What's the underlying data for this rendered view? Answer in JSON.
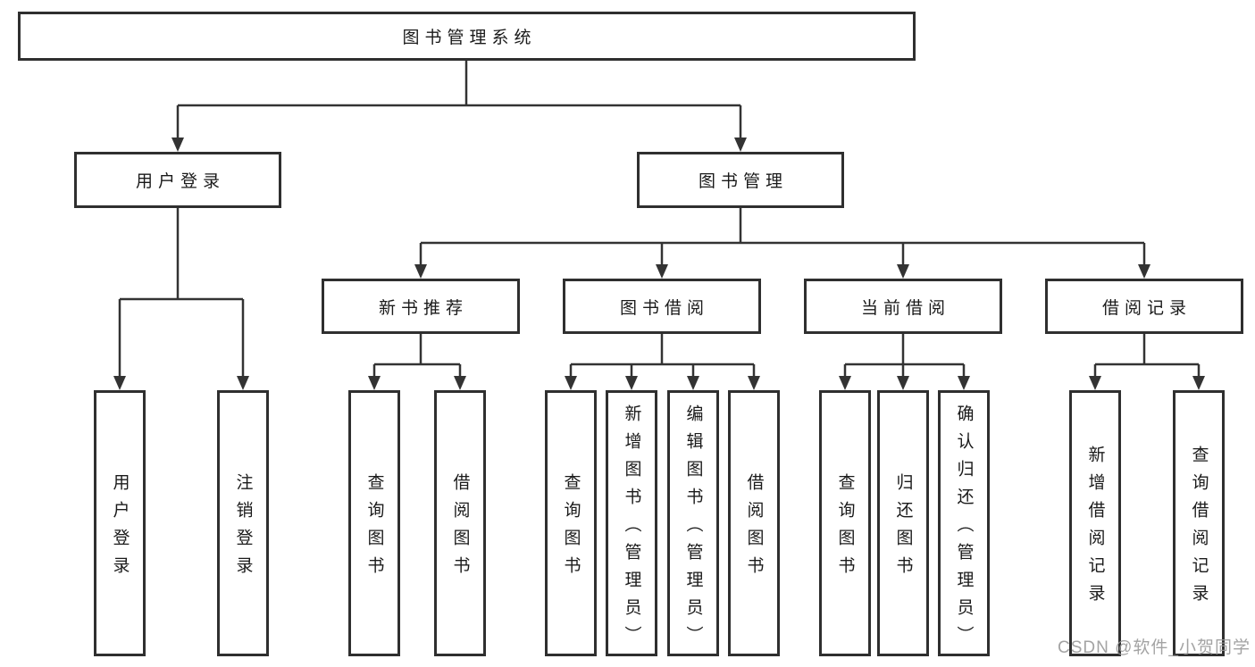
{
  "nodes": {
    "root": "图书管理系统",
    "user_login": "用户登录",
    "book_management": "图书管理",
    "new_book_recommend": "新书推荐",
    "book_borrow": "图书借阅",
    "current_borrow": "当前借阅",
    "borrow_records": "借阅记录",
    "leaf_user_login": "用户登录",
    "leaf_logout": "注销登录",
    "leaf_nb_query": "查询图书",
    "leaf_nb_borrow": "借阅图书",
    "leaf_bb_query": "查询图书",
    "leaf_bb_add": "新增图书（管理员）",
    "leaf_bb_edit": "编辑图书（管理员）",
    "leaf_bb_borrow": "借阅图书",
    "leaf_cb_query": "查询图书",
    "leaf_cb_return": "归还图书",
    "leaf_cb_confirm": "确认归还（管理员）",
    "leaf_br_add": "新增借阅记录",
    "leaf_br_query": "查询借阅记录"
  },
  "hierarchy": {
    "图书管理系统": [
      "用户登录",
      "图书管理"
    ],
    "用户登录": [
      "用户登录",
      "注销登录"
    ],
    "图书管理": [
      "新书推荐",
      "图书借阅",
      "当前借阅",
      "借阅记录"
    ],
    "新书推荐": [
      "查询图书",
      "借阅图书"
    ],
    "图书借阅": [
      "查询图书",
      "新增图书（管理员）",
      "编辑图书（管理员）",
      "借阅图书"
    ],
    "当前借阅": [
      "查询图书",
      "归还图书",
      "确认归还（管理员）"
    ],
    "借阅记录": [
      "新增借阅记录",
      "查询借阅记录"
    ]
  },
  "watermark": "CSDN @软件_小贺同学",
  "colors": {
    "line": "#333333",
    "box_border": "#2f2f2f",
    "text": "#1a1a1a",
    "watermark": "#969696",
    "background": "#ffffff"
  }
}
